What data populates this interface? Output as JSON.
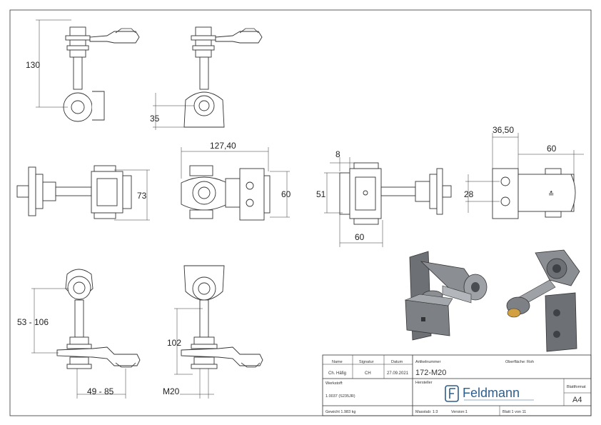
{
  "dimensions": {
    "d130": "130",
    "d35": "35",
    "d127_40": "127,40",
    "d73": "73",
    "d60a": "60",
    "d8": "8",
    "d51": "51",
    "d60b": "60",
    "d36_50": "36,50",
    "d60c": "60",
    "d28": "28",
    "d53_106": "53 - 106",
    "d102": "102",
    "d49_85": "49 - 85",
    "dM20": "M20"
  },
  "title_block": {
    "h_name": "Name",
    "h_signatur": "Signatur",
    "h_datum": "Datum",
    "h_artikel": "Artikelnummer",
    "h_oberflaeche": "Oberfläche: Roh",
    "name": "Ch. Häfig",
    "signatur": "CH",
    "datum": "27.09.2021",
    "artikelnummer": "172-M20",
    "h_werkstoff": "Werkstoff:",
    "werkstoff": "1.0037 (S235JR)",
    "h_hersteller": "Hersteller",
    "hersteller": "Feldmann",
    "h_blattformat": "Blattformat",
    "blattformat": "A4",
    "gewicht": "Gewicht 1.983 kg",
    "massstab": "Masstab: 1:3",
    "version": "Version:1",
    "blatt": "Blatt 1 von 11"
  },
  "colors": {
    "line": "#333333",
    "brand": "#2f5d8c",
    "shade": "#6d7075"
  }
}
